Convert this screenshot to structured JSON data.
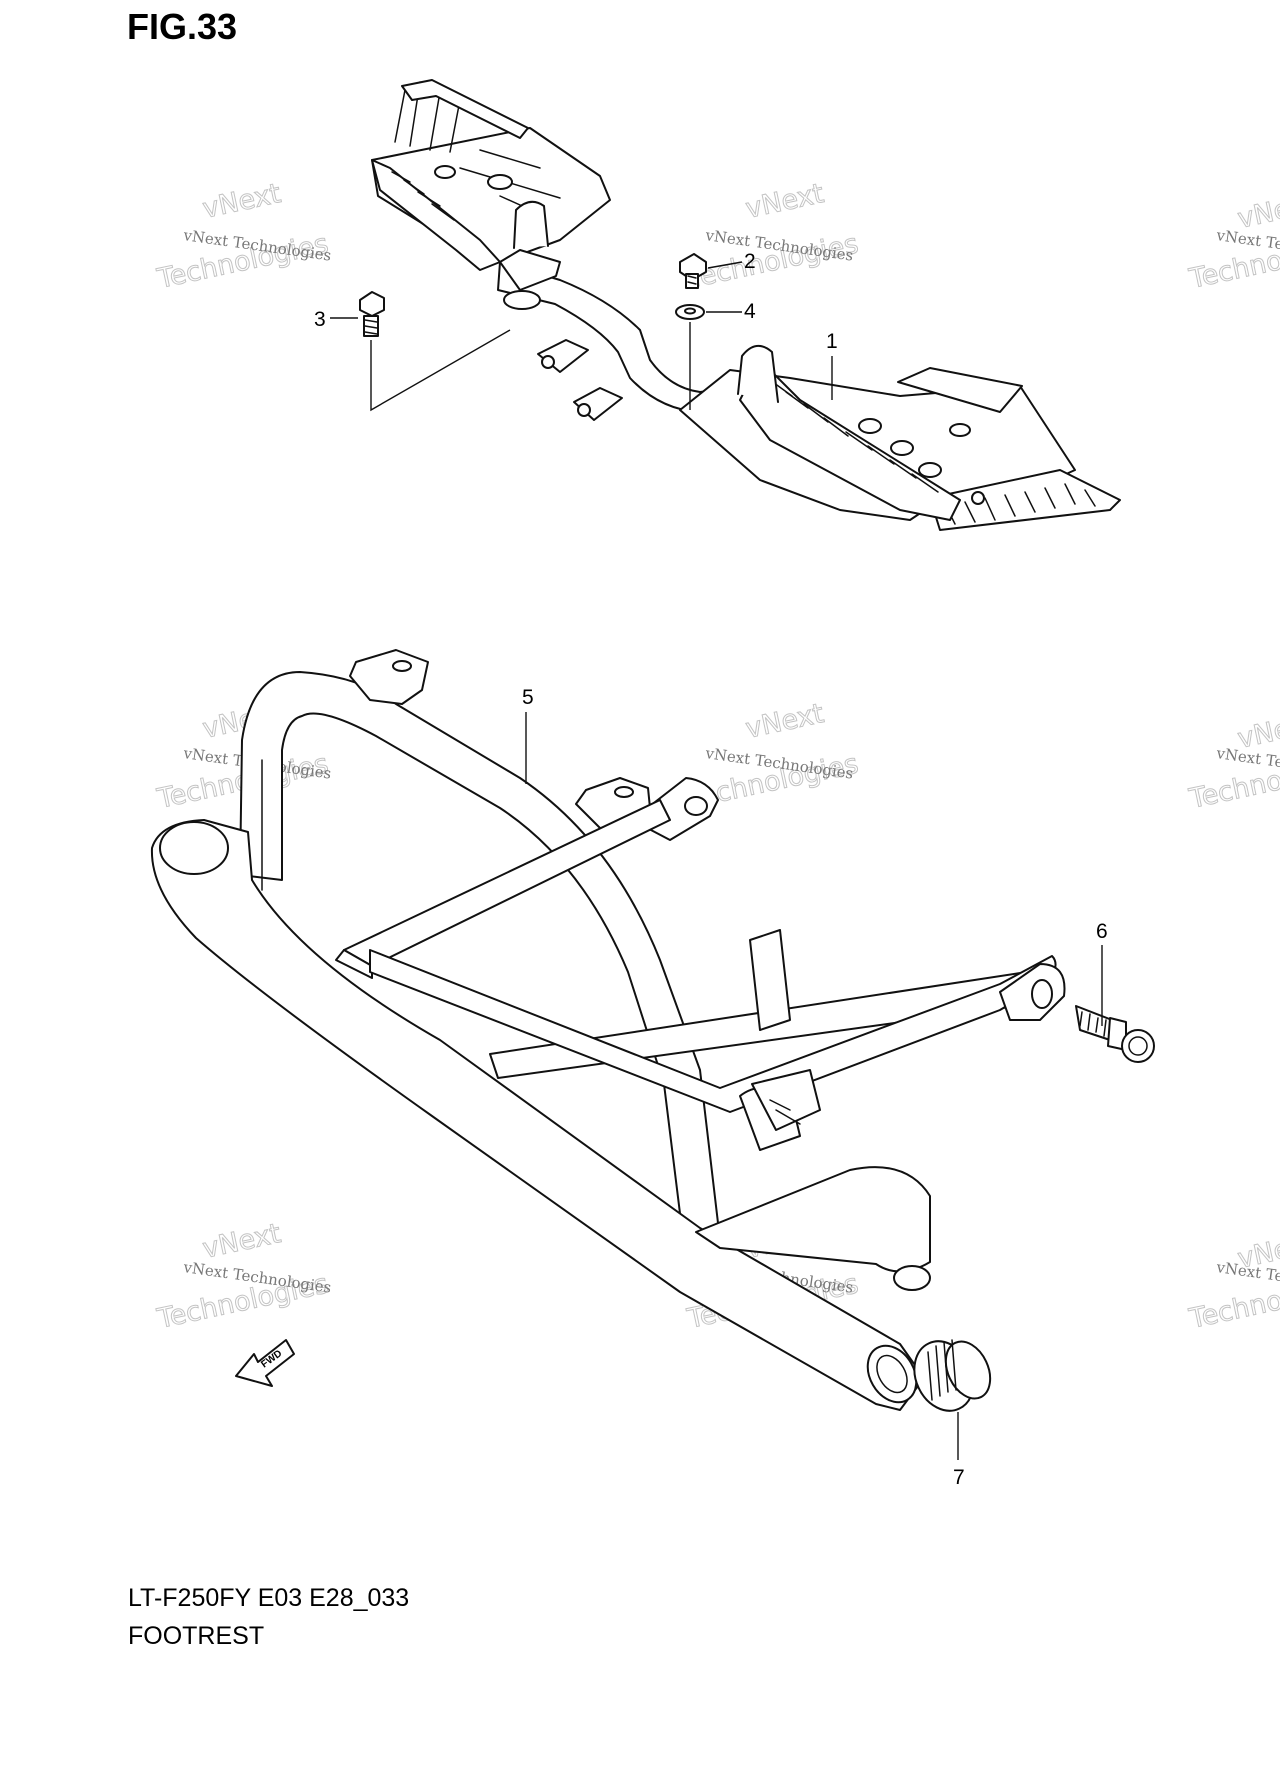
{
  "figure": {
    "title": "FIG.33",
    "model_code": "LT-F250FY E03 E28_033",
    "section_name": "FOOTREST"
  },
  "callouts": [
    "1",
    "2",
    "3",
    "4",
    "5",
    "6",
    "7"
  ],
  "watermark": {
    "line_small": "vNext Technologies",
    "line_big_1": "vNext",
    "line_big_2": "Technologies"
  },
  "fwd_label": "FWD"
}
